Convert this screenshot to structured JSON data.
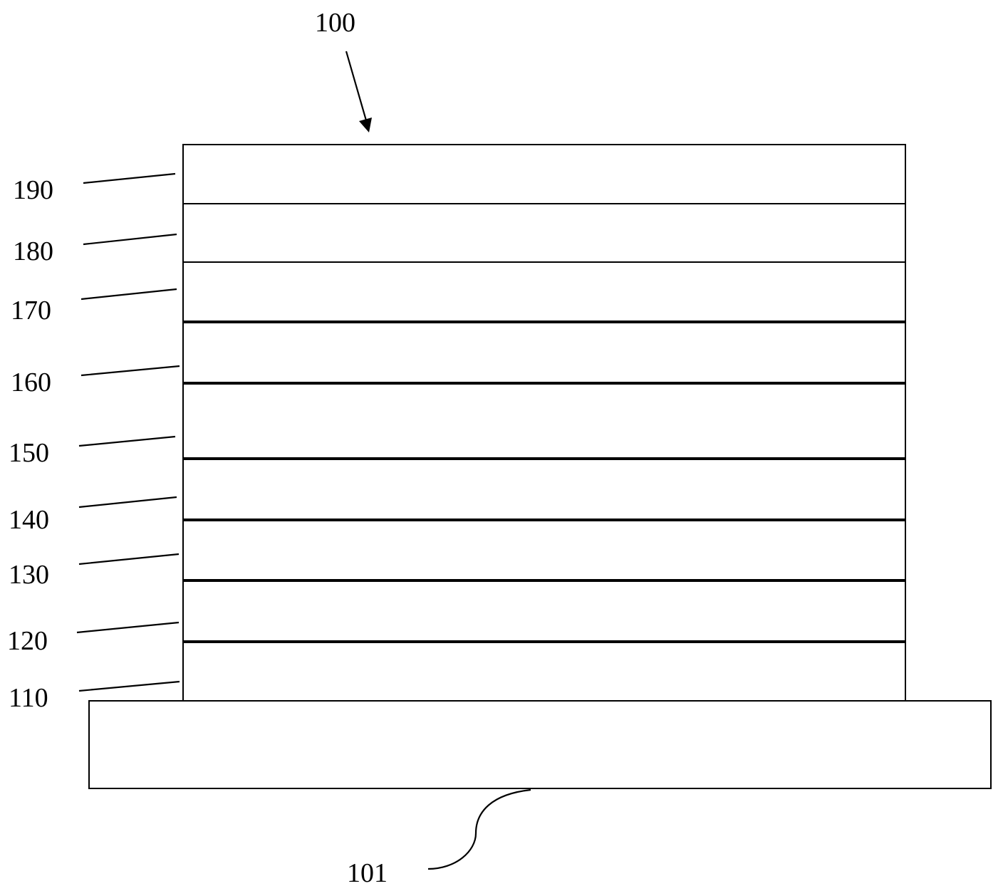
{
  "figure": {
    "device_label": "100",
    "substrate_label": "101",
    "layers": [
      {
        "label": "190"
      },
      {
        "label": "180"
      },
      {
        "label": "170"
      },
      {
        "label": "160"
      },
      {
        "label": "150"
      },
      {
        "label": "140"
      },
      {
        "label": "130"
      },
      {
        "label": "120"
      },
      {
        "label": "110"
      }
    ]
  },
  "colors": {
    "stroke": "#000000",
    "background": "#ffffff"
  }
}
